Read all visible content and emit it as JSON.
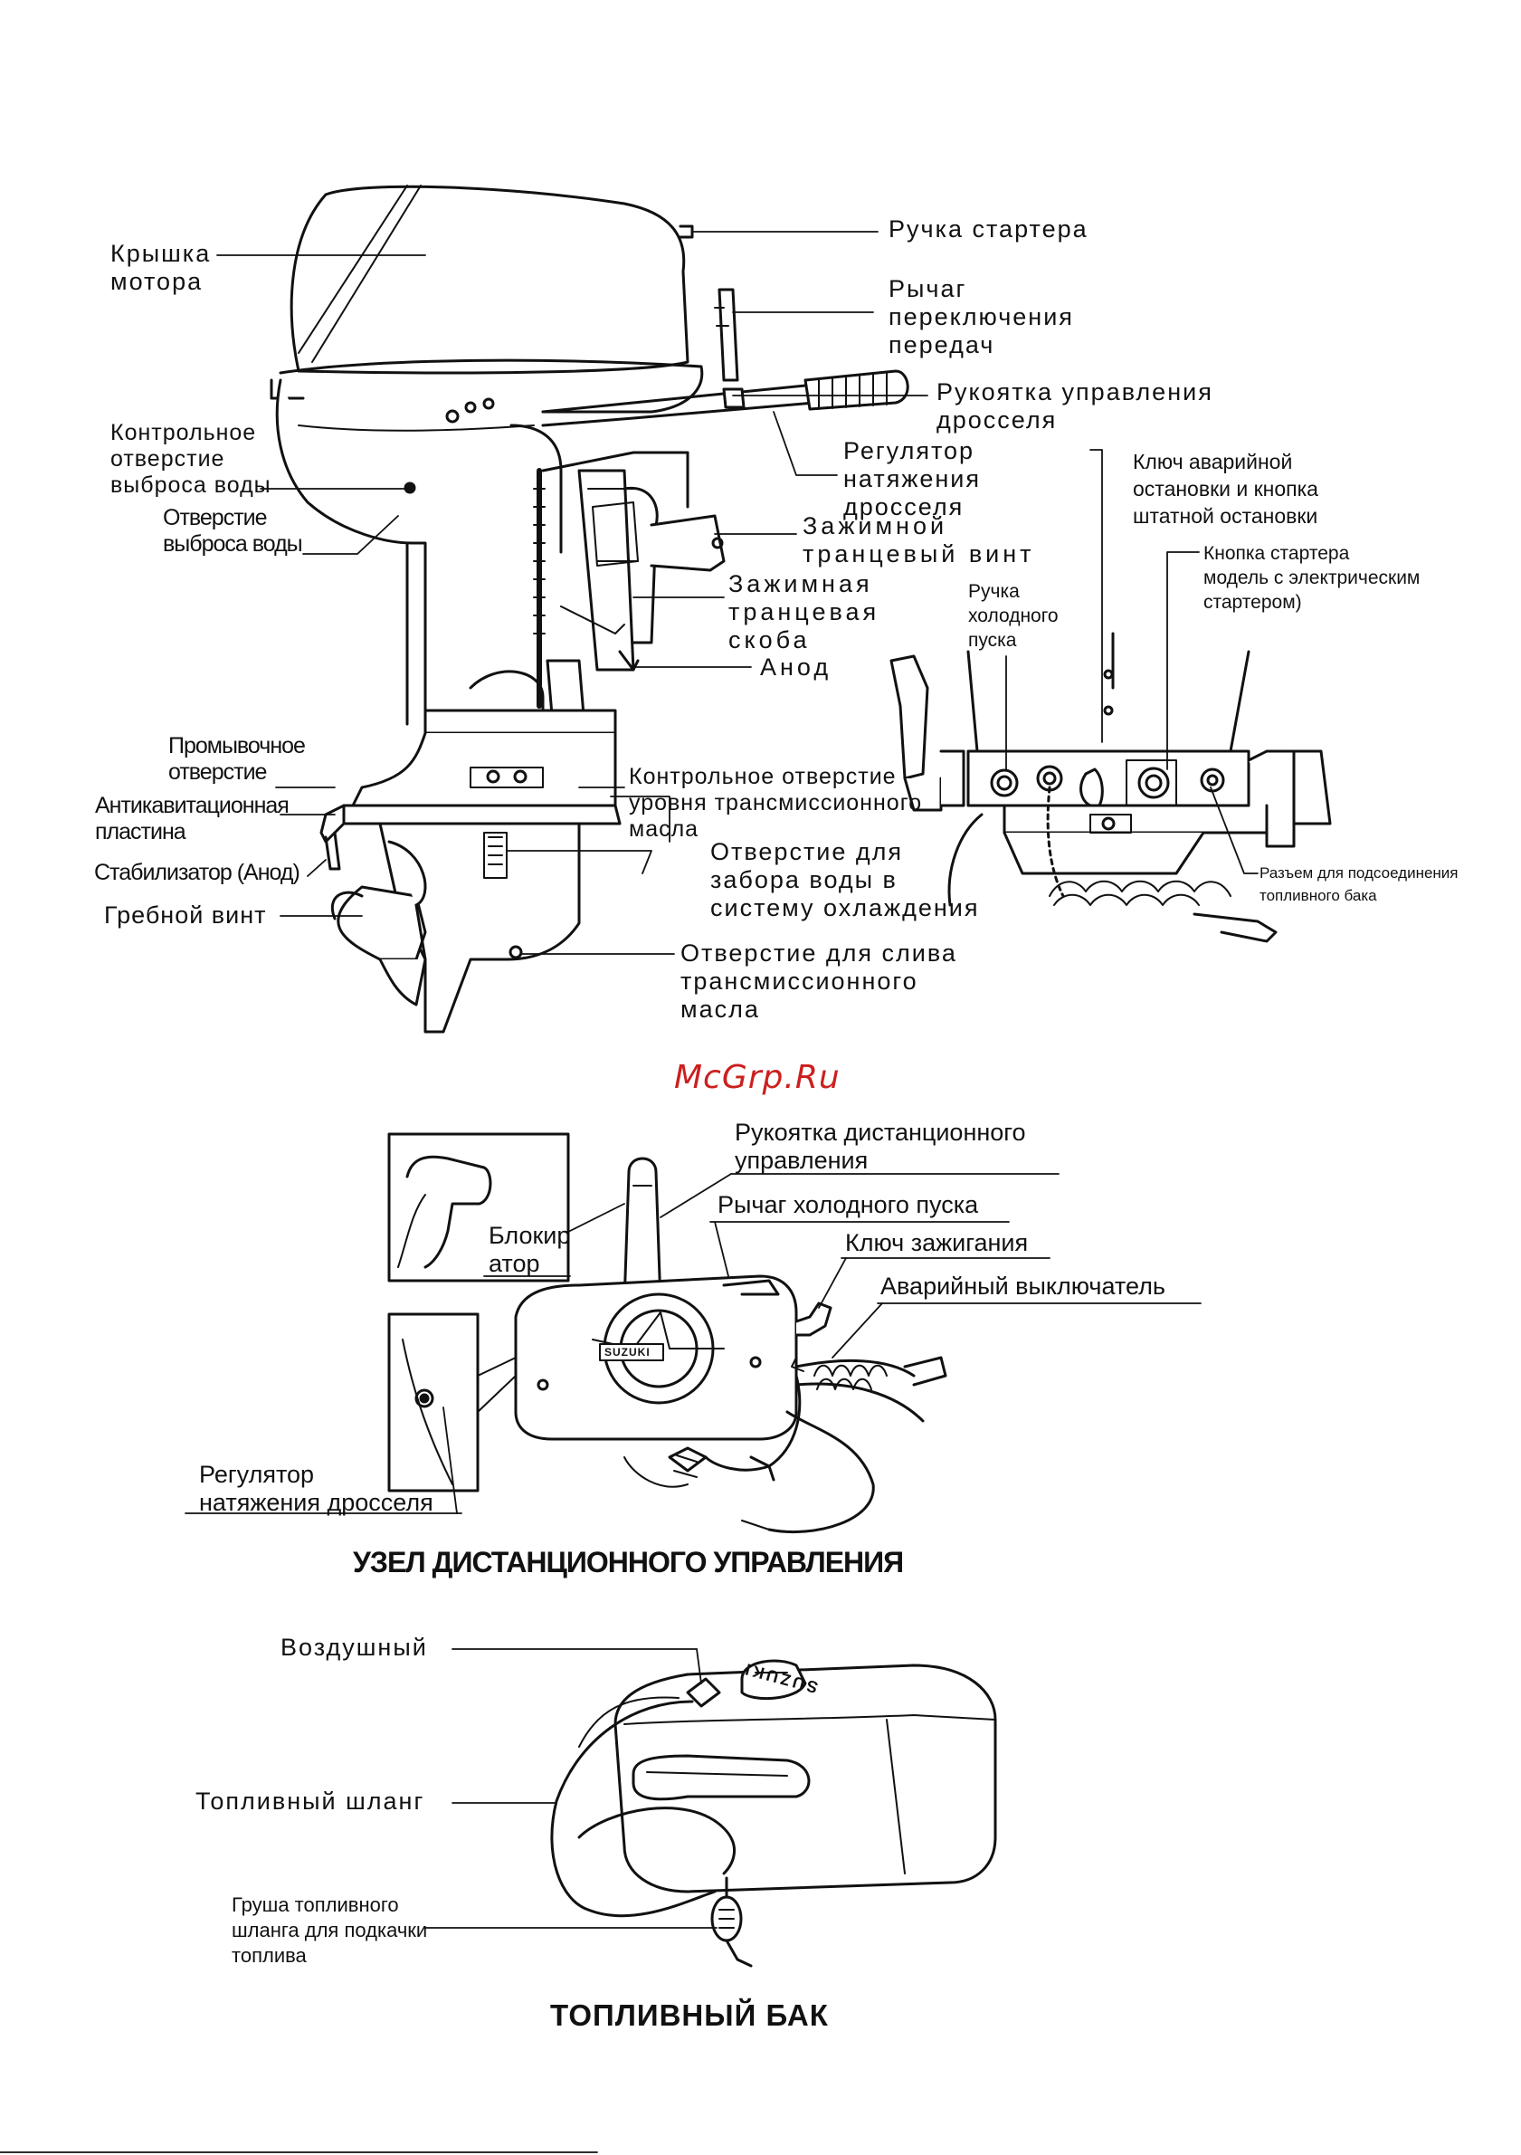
{
  "watermark": "McGrp.Ru",
  "motor": {
    "labels": {
      "cover": "Крышка\nмотора",
      "starter_handle": "Ручка стартера",
      "gear_lever": "Рычаг\nпереключения\nпередач",
      "throttle_grip": "Рукоятка управления\nдросселя",
      "throttle_tension": "Регулятор\nнатяжения\nдросселя",
      "water_check_hole": "Контрольное\nотверстие\nвыброса воды",
      "water_outlet": "Отверстие\nвыброса воды",
      "clamp_screw": "Зажимной\nтранцевый винт",
      "clamp_bracket": "Зажимная\nтранцевая\nскоба",
      "anode": "Анод",
      "flush_hole": "Промывочное\nотверстие",
      "anticavitation": "Антикавитационная\nпластина",
      "trim_tab": "Стабилизатор (Анод)",
      "propeller": "Гребной винт",
      "gear_oil_level": "Контрольное отверстие\nуровня трансмиссионного\nмасла",
      "water_intake": "Отверстие для\nзабора воды в\nсистему охлаждения",
      "gear_oil_drain": "Отверстие для слива\nтрансмиссионного\nмасла"
    }
  },
  "panel": {
    "labels": {
      "choke_knob": "Ручка\nхолодного\nпуска",
      "emergency_stop": "Ключ аварийной\nостановки и кнопка\nштатной остановки",
      "starter_button": "Кнопка стартера\nмодель с электрическим\nстартером)",
      "fuel_connector": "Разъем для подсоединения\nтопливного бака"
    }
  },
  "remote": {
    "title": "УЗЕЛ ДИСТАНЦИОННОГО УПРАВЛЕНИЯ",
    "brand": "SUZUKI",
    "labels": {
      "remote_handle": "Рукоятка дистанционного\nуправления",
      "cold_start_lever": "Рычаг холодного пуска",
      "ignition_key": "Ключ зажигания",
      "emergency_switch": "Аварийный выключатель",
      "lock": "Блокир\nатор",
      "throttle_tension": "Регулятор\nнатяжения дросселя"
    }
  },
  "tank": {
    "title": "ТОПЛИВНЫЙ  БАК",
    "brand": "SUZUKI",
    "labels": {
      "air_vent": "Воздушный",
      "fuel_hose": "Топливный шланг",
      "primer_bulb": "Груша топливного\nшланга для подкачки\nтоплива"
    }
  }
}
